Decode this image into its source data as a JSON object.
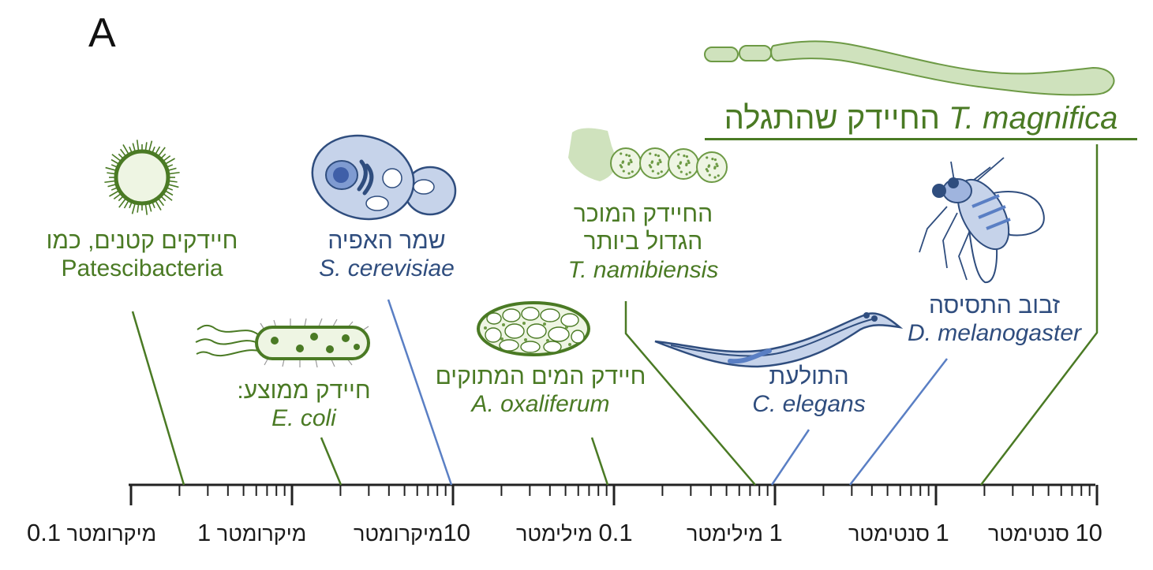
{
  "panel_letter": "A",
  "axis": {
    "ticks": [
      {
        "value": "0.1",
        "unit": "מיקרומטר"
      },
      {
        "value": "1",
        "unit": "מיקרומטר"
      },
      {
        "value": "10",
        "unit": "מיקרומטר"
      },
      {
        "value": "0.1",
        "unit": "מילימטר"
      },
      {
        "value": "1",
        "unit": "מילימטר"
      },
      {
        "value": "1",
        "unit": "סנטימטר"
      },
      {
        "value": "10",
        "unit": "סנטימטר"
      }
    ]
  },
  "organisms": {
    "patescibacteria": {
      "hebrew": "חיידקים קטנים, כמו",
      "scientific": "Patescibacteria"
    },
    "ecoli": {
      "hebrew": "חיידק ממוצע:",
      "scientific": "E. coli"
    },
    "yeast": {
      "hebrew": "שמר האפיה",
      "scientific": "S. cerevisiae"
    },
    "oxaliferum": {
      "hebrew": "חיידק המים המתוקים",
      "scientific": "A. oxaliferum"
    },
    "namibiensis": {
      "hebrew_line1": "החיידק המוכר",
      "hebrew_line2": "הגדול ביותר",
      "scientific": "T. namibiensis"
    },
    "elegans": {
      "hebrew": "התולעת",
      "scientific": "C. elegans"
    },
    "melanogaster": {
      "hebrew": "זבוב התסיסה",
      "scientific": "D. melanogaster"
    },
    "magnifica": {
      "hebrew": "החיידק שהתגלה",
      "scientific": "T. magnifica"
    }
  },
  "colors": {
    "bacteria": "#4a7a24",
    "eukaryote": "#2f4d7e",
    "bacteria_fill": "#c9deb2",
    "eukaryote_fill": "#c6d3ea"
  }
}
